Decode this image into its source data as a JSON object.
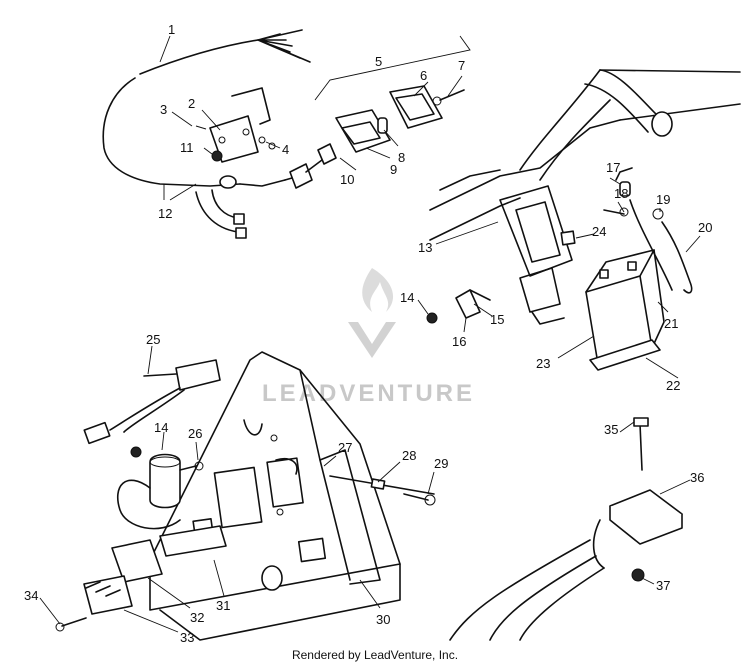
{
  "callouts": {
    "c1": "1",
    "c2": "2",
    "c3": "3",
    "c4": "4",
    "c5": "5",
    "c6": "6",
    "c7": "7",
    "c8": "8",
    "c9": "9",
    "c10": "10",
    "c11": "11",
    "c12": "12",
    "c13": "13",
    "c14a": "14",
    "c14b": "14",
    "c15": "15",
    "c16": "16",
    "c17": "17",
    "c18": "18",
    "c19": "19",
    "c20": "20",
    "c21": "21",
    "c22": "22",
    "c23": "23",
    "c24": "24",
    "c25": "25",
    "c26": "26",
    "c27": "27",
    "c28": "28",
    "c29": "29",
    "c30": "30",
    "c31": "31",
    "c32": "32",
    "c33": "33",
    "c34": "34",
    "c35": "35",
    "c36": "36",
    "c37": "37"
  },
  "watermark": {
    "text": "LEADVENTURE"
  },
  "footer": {
    "text": "Rendered by LeadVenture, Inc."
  },
  "colors": {
    "line": "#111111",
    "watermark": "#c8c8c8",
    "background": "#ffffff"
  }
}
